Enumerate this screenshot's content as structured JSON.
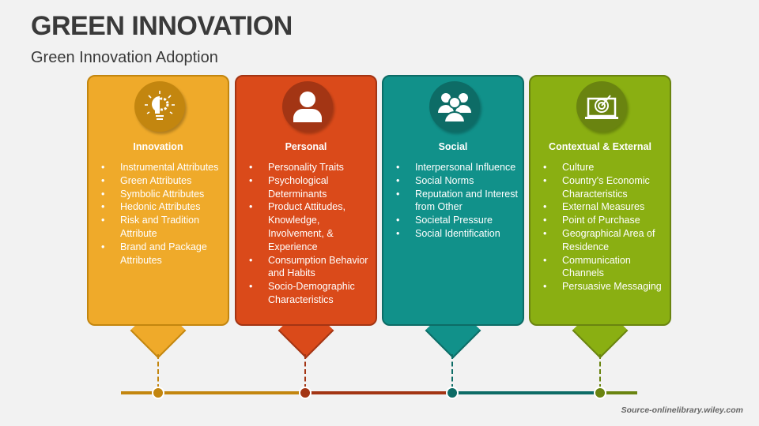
{
  "header": {
    "title": "GREEN INNOVATION",
    "subtitle": "Green Innovation Adoption"
  },
  "cards": [
    {
      "title": "Innovation",
      "icon": "lightbulb-gear-icon",
      "color": "#EFAA2A",
      "dark": "#C3860F",
      "items": [
        "Instrumental Attributes",
        "Green Attributes",
        "Symbolic Attributes",
        "Hedonic Attributes",
        "Risk and Tradition Attribute",
        "Brand and Package Attributes"
      ]
    },
    {
      "title": "Personal",
      "icon": "person-icon",
      "color": "#DA4A1A",
      "dark": "#A33514",
      "items": [
        "Personality Traits",
        "Psychological Determinants",
        "Product Attitudes, Knowledge, Involvement, & Experience",
        "Consumption Behavior and Habits",
        "Socio-Demographic Characteristics"
      ]
    },
    {
      "title": "Social",
      "icon": "group-icon",
      "color": "#11918A",
      "dark": "#0D6C66",
      "items": [
        "Interpersonal Influence",
        "Social Norms",
        "Reputation and Interest from Other",
        "Societal Pressure",
        "Social Identification"
      ]
    },
    {
      "title": "Contextual & External",
      "icon": "laptop-target-icon",
      "color": "#8AAF12",
      "dark": "#6A8410",
      "items": [
        "Culture",
        "Country's Economic Characteristics",
        "External Measures",
        "Point of Purchase",
        "Geographical Area of Residence",
        "Communication Channels",
        "Persuasive Messaging"
      ]
    }
  ],
  "source": "Source-onlinelibrary.wiley.com"
}
